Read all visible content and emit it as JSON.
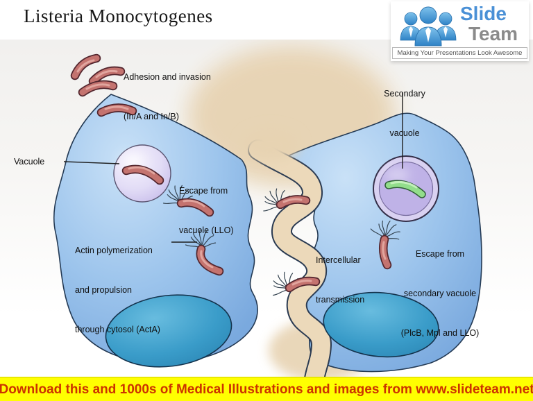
{
  "title": "Listeria Monocytogenes",
  "logo": {
    "slide": "Slide",
    "team": "Team",
    "tagline": "Making Your Presentations Look Awesome"
  },
  "labels": {
    "adhesion": {
      "line1": "Adhesion and invasion",
      "line2": "(In/A and In/B)"
    },
    "secondary_vacuole": {
      "line1": "Secondary",
      "line2": "vacuole"
    },
    "vacuole": "Vacuole",
    "escape_vacuole": {
      "line1": "Escape from",
      "line2": "vacuole (LLO)"
    },
    "actin": {
      "line1": "Actin polymerization",
      "line2": "and propulsion",
      "line3": "through cytosol (ActA)"
    },
    "intercellular": {
      "line1": "Intercellular",
      "line2": "transmission"
    },
    "escape_secondary": {
      "line1": "Escape from",
      "line2": "secondary vacuole",
      "line3": "(PlcB, Mpl and LLO)"
    }
  },
  "banner": {
    "text": "Download this and 1000s of Medical Illustrations and images from www.slideteam.net",
    "background": "#ffff00",
    "text_color": "#cc3300"
  },
  "colors": {
    "cell_fill": "#8fbce8",
    "cell_outline": "#243a54",
    "nucleus": "#3a9cc9",
    "vacuole": "#cdc4ed",
    "secondary_vacuole": "#bfb2e7",
    "bacterium_pink": "#c4736f",
    "bacterium_green": "#92dd8b",
    "extracellular_beige": "#e7d3b2",
    "logo_blue": "#4a90d6",
    "logo_gray": "#8b8b8b"
  }
}
